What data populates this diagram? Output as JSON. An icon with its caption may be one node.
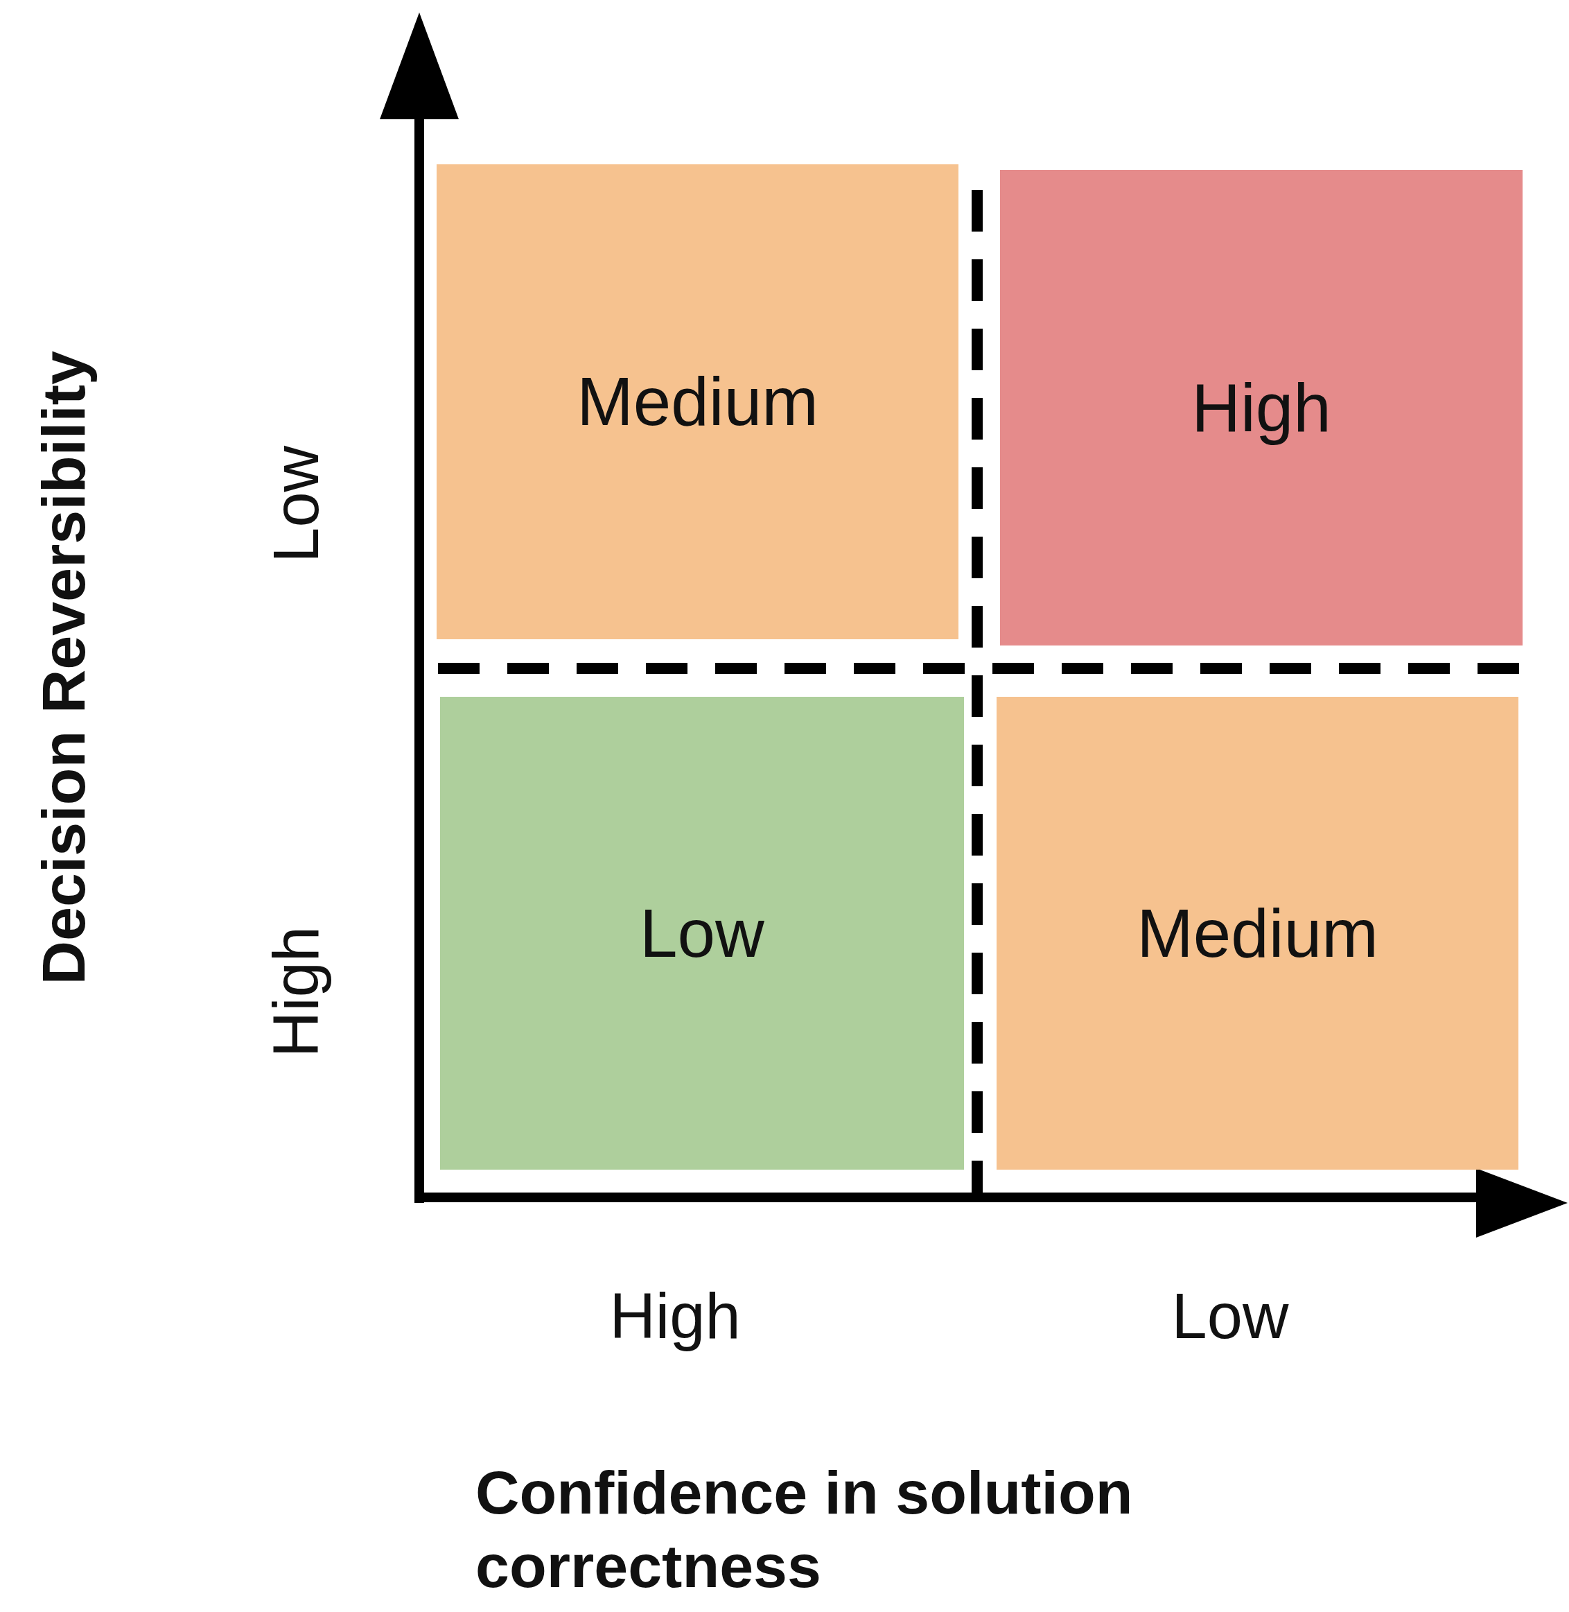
{
  "diagram": {
    "nodes": [
      {
        "text": [
          "Medium"
        ]
      },
      {
        "text": [
          "High"
        ]
      },
      {
        "text": [
          "Low"
        ]
      },
      {
        "text": [
          "Medium"
        ]
      }
    ],
    "labels": [
      "Decision Reversibility",
      "Low",
      "High",
      "High",
      "Low",
      "Confidence in solution correctness"
    ]
  }
}
